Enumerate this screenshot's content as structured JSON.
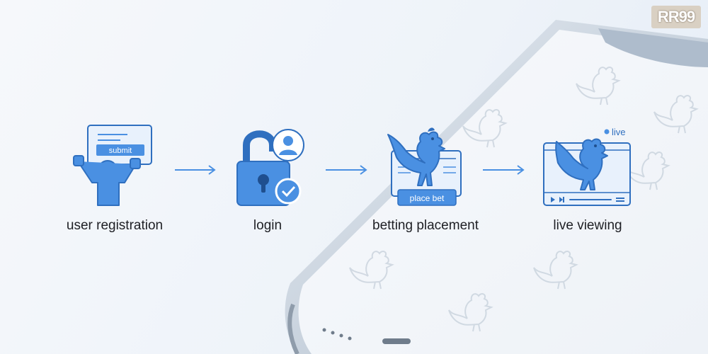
{
  "brand": {
    "logo_text": "RR99"
  },
  "steps": [
    {
      "label": "user registration",
      "button": "submit"
    },
    {
      "label": "login"
    },
    {
      "label": "betting placement",
      "button": "place bet"
    },
    {
      "label": "live viewing",
      "badge": "live"
    }
  ],
  "colors": {
    "accent": "#4a90e2",
    "accent_light": "#a9cdf6",
    "outline": "#2f6fbf",
    "text": "#1e1f24"
  }
}
